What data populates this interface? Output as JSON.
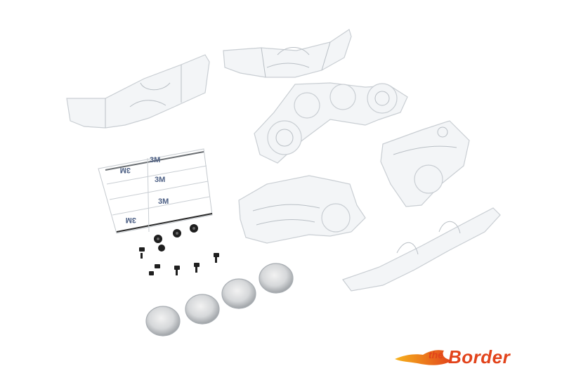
{
  "logo": {
    "small": "the",
    "main": "Border"
  },
  "tape": {
    "brand_mark": "3M"
  },
  "colors": {
    "background": "#ffffff",
    "plastic": "#f3f5f7",
    "brand_orange": "#e2431b",
    "screw": "#1f1f1f"
  }
}
